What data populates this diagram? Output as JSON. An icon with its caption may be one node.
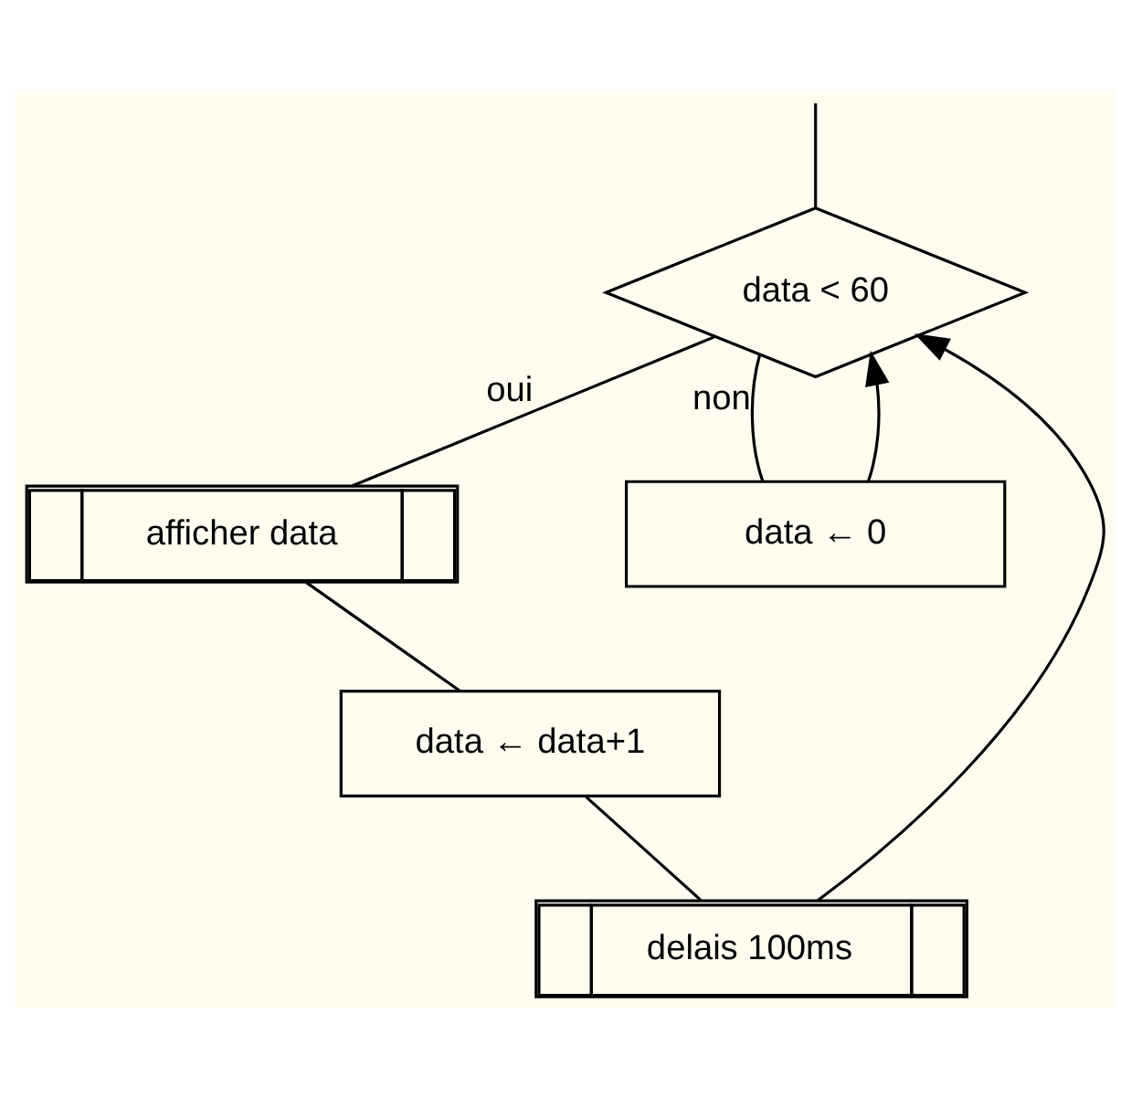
{
  "diagram": {
    "nodes": [
      {
        "text": [
          "data < 60"
        ]
      },
      {
        "text": [
          "afficher data"
        ]
      },
      {
        "text": [
          "data ← data+1"
        ]
      },
      {
        "text": [
          "delais 100ms"
        ]
      },
      {
        "text": [
          "data ← 0"
        ]
      }
    ],
    "edges": [
      {
        "from": null,
        "to": 0,
        "arrow": "none"
      },
      {
        "from": 0,
        "to": 1,
        "arrow": "none",
        "label": "oui"
      },
      {
        "from": 1,
        "to": 2,
        "arrow": "none"
      },
      {
        "from": 2,
        "to": 3,
        "arrow": "none"
      },
      {
        "from": 0,
        "to": 4,
        "arrow": "none",
        "label": "non"
      },
      {
        "from": 3,
        "to": 0,
        "arrow": "to"
      },
      {
        "from": 4,
        "to": 0,
        "arrow": "to"
      }
    ]
  }
}
